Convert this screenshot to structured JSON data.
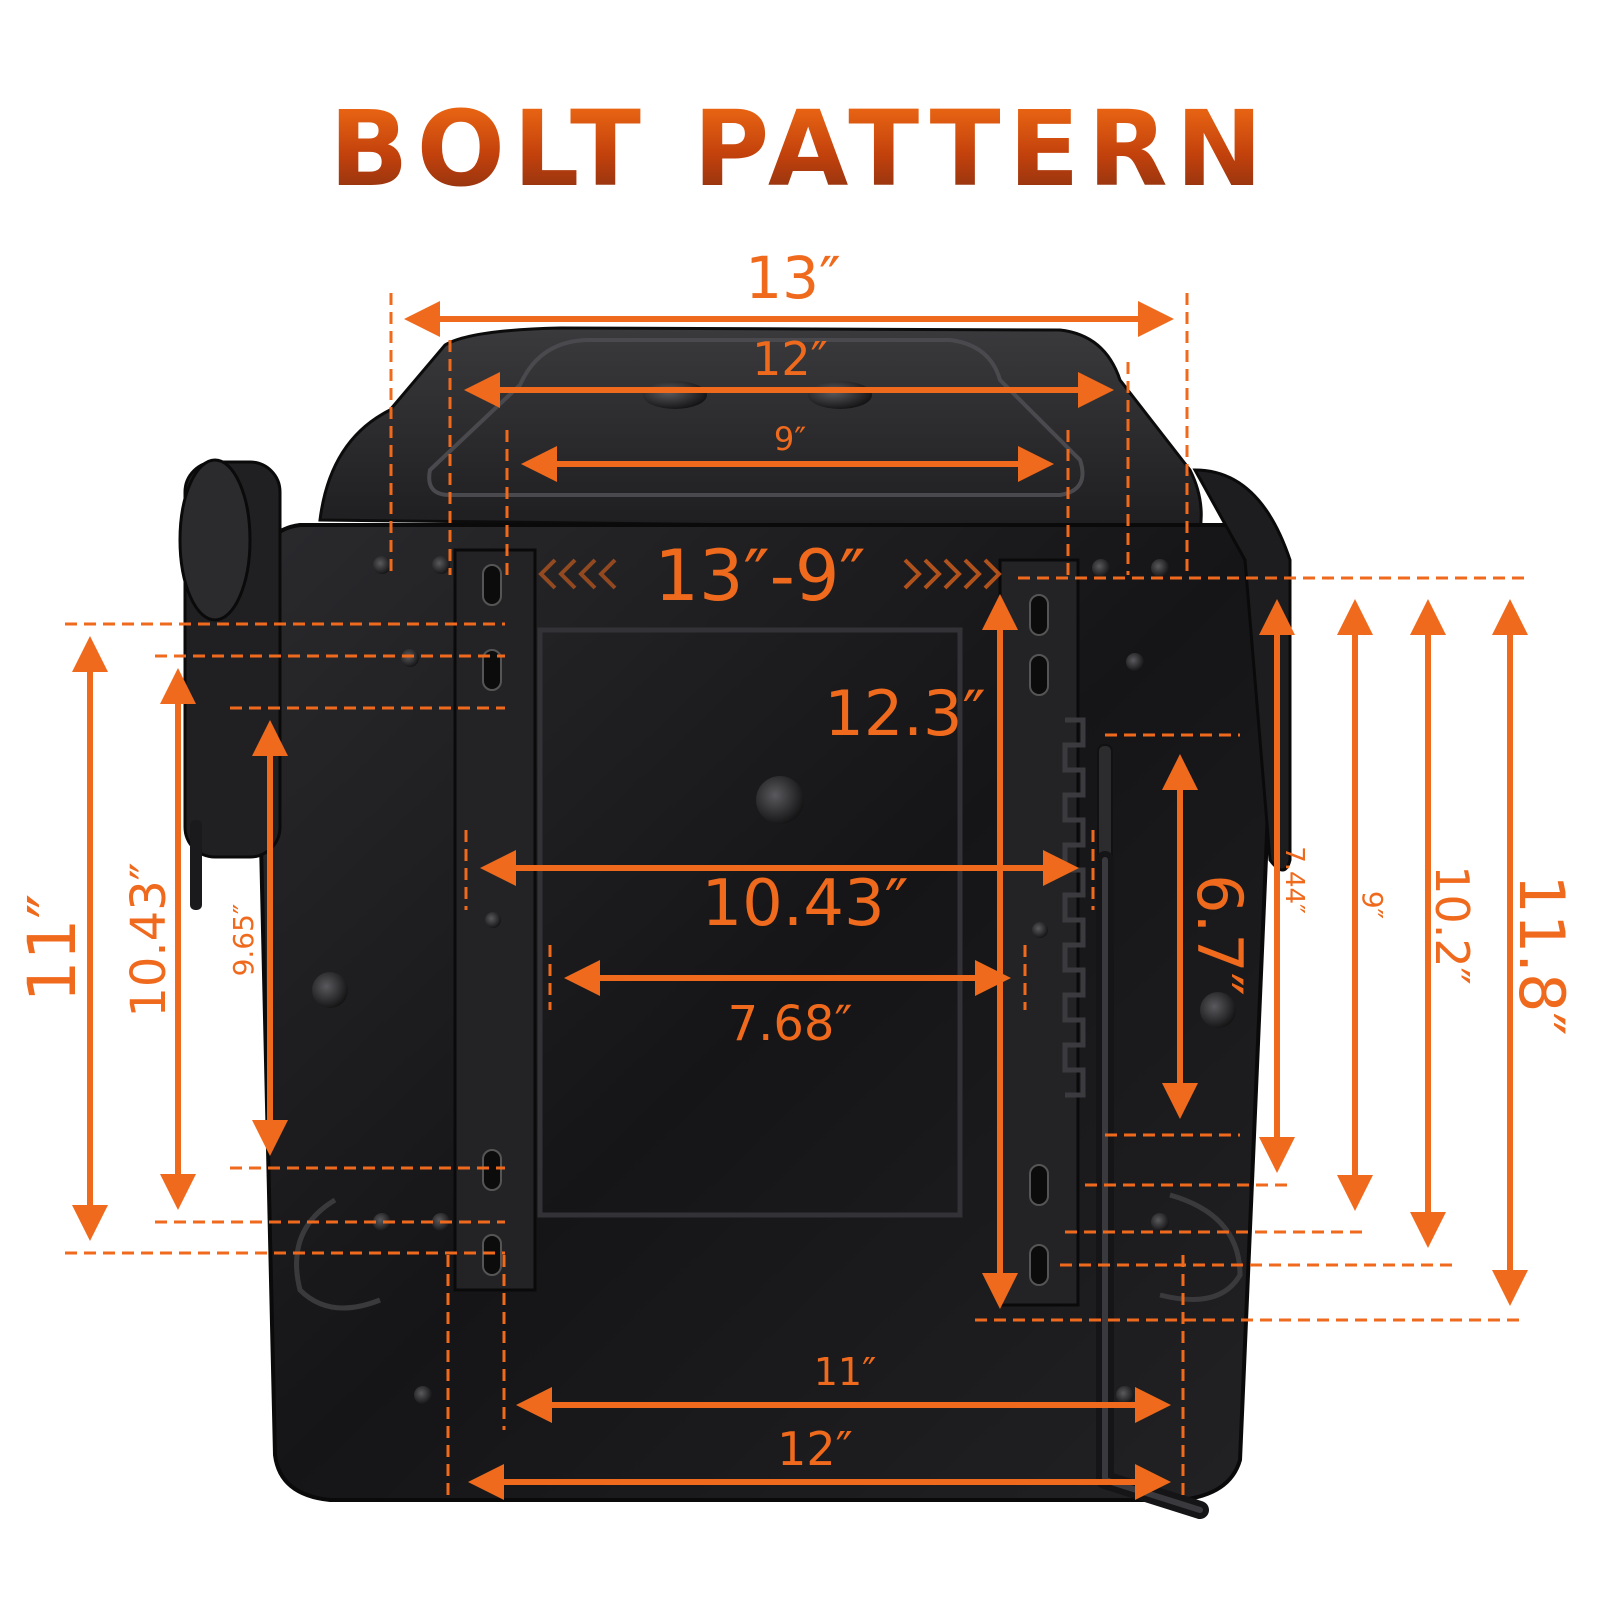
{
  "title": "BOLT PATTERN",
  "colors": {
    "accent": "#f06a1d",
    "title_top": "#f97316",
    "title_bottom": "#7c2d12",
    "plate": "#1b1b1d",
    "rail": "#222225"
  },
  "dimensions": {
    "top_width_13": "13″",
    "top_width_12": "12″",
    "top_width_9": "9″",
    "range_13_9": "13″-9″",
    "rail_length_12_3": "12.3″",
    "slot_span_10_43": "10.43″",
    "inner_span_7_68": "7.68″",
    "left_11": "11″",
    "left_10_43": "10.43″",
    "left_9_65": "9.65″",
    "travel_6_7": "6.7″",
    "right_7_44": "7.44″",
    "right_9": "9″",
    "right_10_2": "10.2″",
    "right_11_8": "11.8″",
    "bottom_11": "11″",
    "bottom_12": "12″"
  }
}
